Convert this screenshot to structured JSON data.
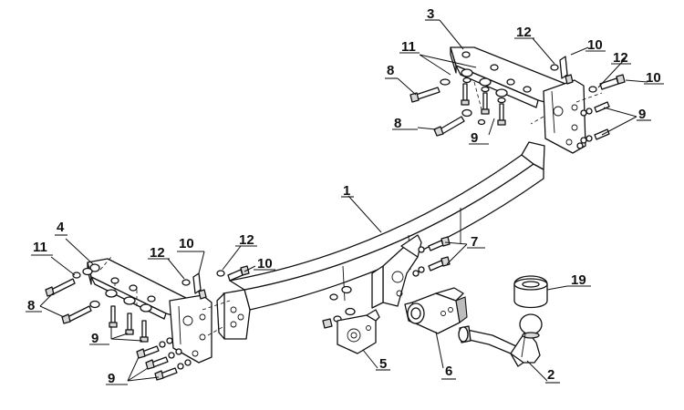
{
  "diagram": {
    "callouts": {
      "c1": "1",
      "c2": "2",
      "c3": "3",
      "c4": "4",
      "c5": "5",
      "c6": "6",
      "c7": "7",
      "c8a": "8",
      "c8b": "8",
      "c8c": "8",
      "c9a": "9",
      "c9b": "9",
      "c9c": "9",
      "c9d": "9",
      "c10a": "10",
      "c10b": "10",
      "c10c": "10",
      "c10d": "10",
      "c11a": "11",
      "c11b": "11",
      "c12a": "12",
      "c12b": "12",
      "c12c": "12",
      "c12d": "12",
      "c19": "19"
    }
  }
}
